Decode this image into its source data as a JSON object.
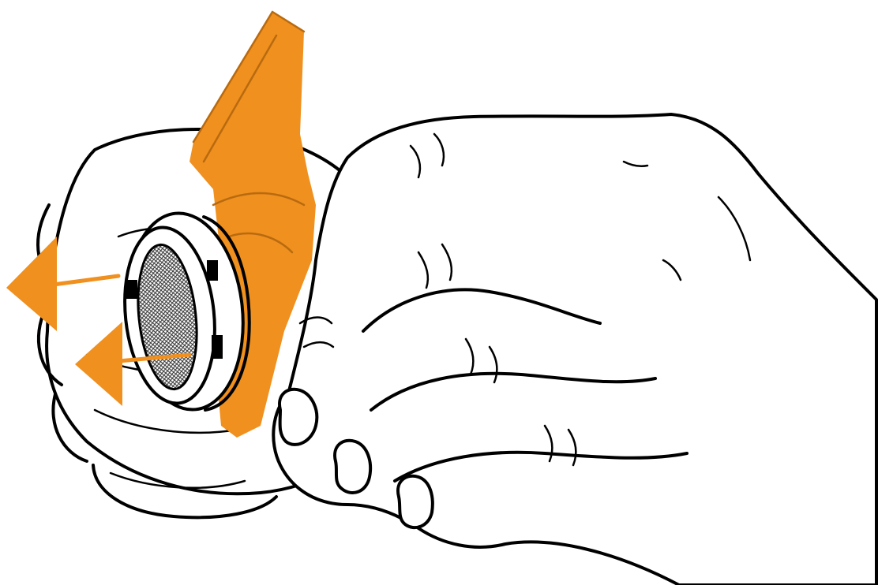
{
  "figure": {
    "colors": {
      "accent": "#f0901e",
      "outline": "#000000",
      "background": "#ffffff"
    },
    "parts": [
      "hand-outline",
      "device-housing",
      "orange-lever",
      "filter-cartridge",
      "mesh-screen",
      "removal-arrow-top",
      "removal-arrow-bottom"
    ]
  }
}
